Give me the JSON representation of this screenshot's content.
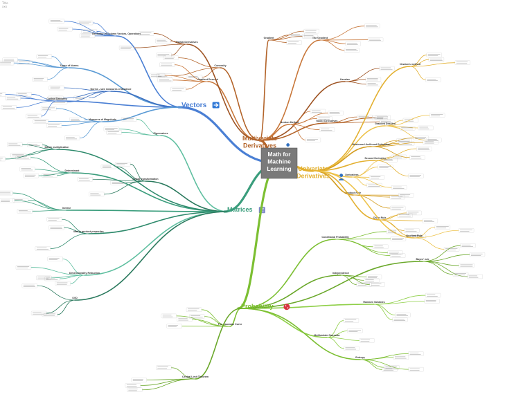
{
  "corner_label_lines": [
    "Title",
    "xxx"
  ],
  "center": {
    "lines": [
      "Math for",
      "Machine",
      "Learning"
    ],
    "fill": "#7a7a7a",
    "text_color": "#ffffff"
  },
  "branches": [
    {
      "key": "vectors",
      "lines": [
        "Vectors"
      ],
      "icon": "right-arrow-icon",
      "color": "#4a7fd4",
      "subtopics": [
        {
          "label": "Geometry of Column Vectors, Operations"
        },
        {
          "label": "Types of Norms"
        },
        {
          "label": "Norms - size measures of distance"
        },
        {
          "label": "Cosine Similarity"
        },
        {
          "label": "Measures of Magnitude"
        }
      ]
    },
    {
      "key": "multivariate",
      "lines": [
        "Multivariate",
        "Derivatives"
      ],
      "icon": "person-icon",
      "color": "#b3642a",
      "subtopics": [
        {
          "label": "Convexity"
        },
        {
          "label": "Gradient Descent"
        },
        {
          "label": "Partial Derivatives"
        },
        {
          "label": "Gradient"
        },
        {
          "label": "The Gradient"
        },
        {
          "label": "Hessian"
        },
        {
          "label": "Matrix Derivatives"
        },
        {
          "label": "Newton Method"
        }
      ]
    },
    {
      "key": "univariate",
      "lines": [
        "Univariate",
        "Derivatives"
      ],
      "icon": "person-icon",
      "color": "#e3b030",
      "subtopics": [
        {
          "label": "Newton's method"
        },
        {
          "label": "Gradient Descent"
        },
        {
          "label": "Maximum Likelihood Estimation"
        },
        {
          "label": "Second Derivative"
        },
        {
          "label": "Derivatives"
        },
        {
          "label": "Product Rule"
        },
        {
          "label": "Chain Rule"
        },
        {
          "label": "Quotient Rule"
        }
      ]
    },
    {
      "key": "matrices",
      "lines": [
        "Matrices"
      ],
      "icon": "matrix-icon",
      "color": "#3a9d7c",
      "subtopics": [
        {
          "label": "Determinant"
        },
        {
          "label": "Matrix multiplication"
        },
        {
          "label": "Eigenvalues"
        },
        {
          "label": "Linear transformation"
        },
        {
          "label": "Inverse"
        },
        {
          "label": "Matrix product properties"
        },
        {
          "label": "Dimensionality Reduction"
        },
        {
          "label": "SVD"
        }
      ]
    },
    {
      "key": "probability",
      "lines": [
        "Probability"
      ],
      "icon": "dice-icon",
      "color": "#7cbf32",
      "subtopics": [
        {
          "label": "Conditional Probability"
        },
        {
          "label": "Independence"
        },
        {
          "label": "Random Variables"
        },
        {
          "label": "The Gaussian Curve"
        },
        {
          "label": "Bayes' rule"
        },
        {
          "label": "Multivariate Gaussian"
        },
        {
          "label": "Entropy"
        },
        {
          "label": "Central Limit Theorem"
        }
      ]
    }
  ]
}
